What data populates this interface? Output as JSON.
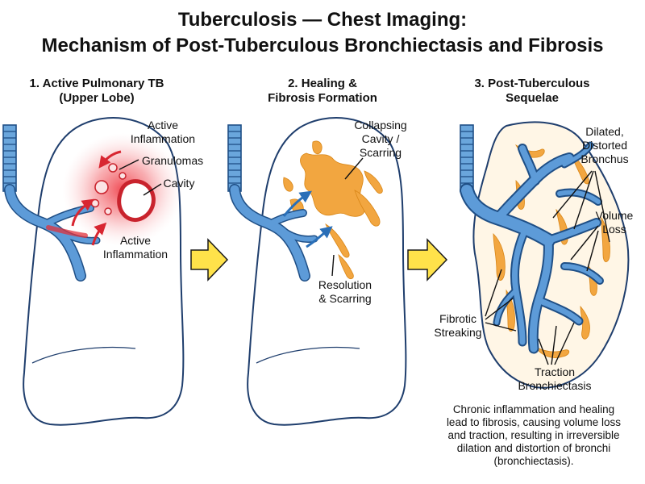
{
  "title_line1": "Tuberculosis — Chest Imaging:",
  "title_line2": "Mechanism of Post-Tuberculous Bronchiectasis and Fibrosis",
  "panels": [
    {
      "heading_line1": "1. Active Pulmonary TB",
      "heading_line2": "(Upper Lobe)",
      "labels": {
        "active_inflammation_top_1": "Active",
        "active_inflammation_top_2": "Inflammation",
        "granulomas": "Granulomas",
        "cavity": "Cavity",
        "active_inflammation_bottom_1": "Active",
        "active_inflammation_bottom_2": "Inflammation"
      }
    },
    {
      "heading_line1": "2. Healing &",
      "heading_line2": "Fibrosis Formation",
      "labels": {
        "collapsing_1": "Collapsing",
        "collapsing_2": "Cavity /",
        "collapsing_3": "Scarring",
        "resolution_1": "Resolution",
        "resolution_2": "& Scarring"
      }
    },
    {
      "heading_line1": "3. Post-Tuberculous",
      "heading_line2": "Sequelae",
      "labels": {
        "dilated_1": "Dilated,",
        "dilated_2": "Distorted",
        "dilated_3": "Bronchus",
        "volume_1": "Volume",
        "volume_2": "Loss",
        "fibrotic_1": "Fibrotic",
        "fibrotic_2": "Streaking",
        "traction_1": "Traction",
        "traction_2": "Bronchiectasis"
      }
    }
  ],
  "caption": [
    "Chronic inflammation and healing",
    "lead to fibrosis, causing volume loss",
    "and traction, resulting in irreversible",
    "dilation and distortion of bronchi",
    "(bronchiectasis)."
  ],
  "colors": {
    "airway": "#5d9bd8",
    "inflammation": "#e8303a",
    "scar": "#f2a640",
    "arrow_fill": "#ffe24a",
    "outline": "#1f3e6d"
  },
  "icons": [
    "lung-outline",
    "trachea",
    "bronchial-tree",
    "granuloma-nodule",
    "cavity-ring",
    "flow-arrow"
  ]
}
